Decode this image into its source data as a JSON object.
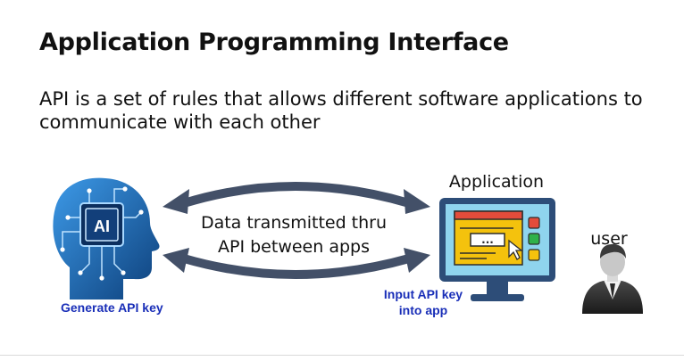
{
  "title": "Application Programming Interface",
  "subtitle": "API is a set of rules that allows different software applications to communicate with each other",
  "diagram": {
    "center_label_line1": "Data transmitted thru",
    "center_label_line2": "API between apps",
    "application_label": "Application",
    "user_label": "user",
    "generate_label": "Generate API key",
    "input_label_line1": "Input API key",
    "input_label_line2": "into app",
    "ai_chip_text": "AI",
    "app_field_text": "...",
    "colors": {
      "arrow": "#435068",
      "head": "#1a68b5",
      "monitor_frame": "#2d4d78",
      "monitor_screen": "#8fd4ee",
      "window_yellow": "#f4c20d",
      "button_red": "#e34c3b",
      "button_green": "#2fb14a",
      "annotation_blue": "#1a2fb8"
    }
  }
}
